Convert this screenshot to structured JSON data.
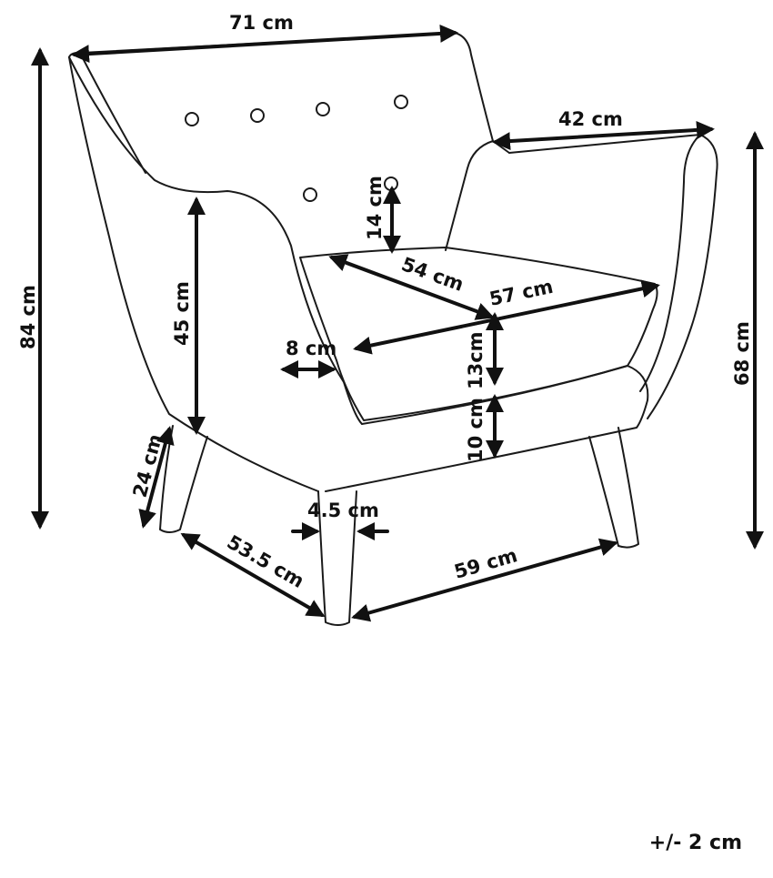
{
  "diagram": {
    "line_color": "#1a1a1a",
    "dimensions": {
      "total_width": "71 cm",
      "arm_depth": "42 cm",
      "total_height": "84 cm",
      "arm_height": "68 cm",
      "backrest_to_seat": "14 cm",
      "seat_depth": "54 cm",
      "seat_width": "57 cm",
      "seat_height": "45 cm",
      "arm_width": "8 cm",
      "cushion_height": "13cm",
      "base_height": "10 cm",
      "leg_height": "24 cm",
      "leg_thickness": "4.5 cm",
      "base_depth": "53.5 cm",
      "base_width": "59 cm"
    },
    "tolerance": "+/- 2 cm"
  }
}
